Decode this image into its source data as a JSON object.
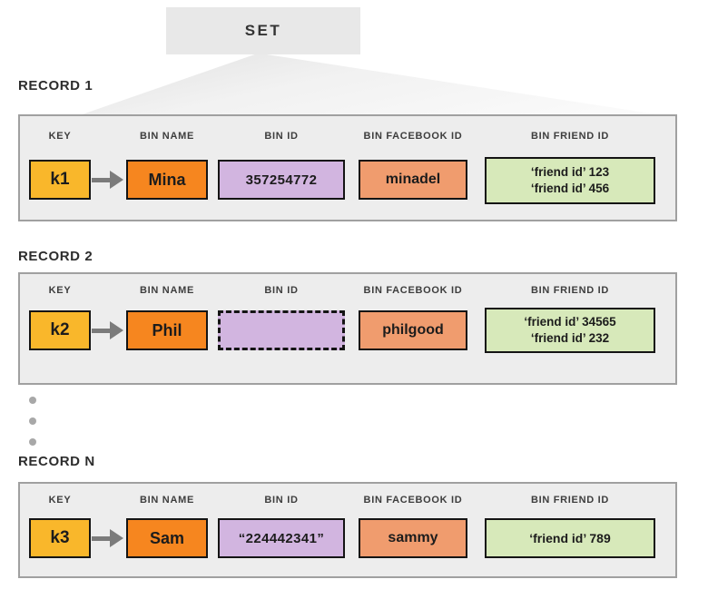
{
  "set": {
    "label": "SET"
  },
  "columns": [
    "KEY",
    "BIN NAME",
    "BIN ID",
    "BIN FACEBOOK ID",
    "BIN FRIEND ID"
  ],
  "records": [
    {
      "title": "RECORD 1",
      "key": "k1",
      "bin_name": "Mina",
      "bin_id": "357254772",
      "bin_id_state": "solid",
      "bin_facebook_id": "minadel",
      "bin_friend_id": "‘friend id’ 123\n‘friend id’ 456"
    },
    {
      "title": "RECORD 2",
      "key": "k2",
      "bin_name": "Phil",
      "bin_id": "",
      "bin_id_state": "empty-dashed",
      "bin_facebook_id": "philgood",
      "bin_friend_id": "‘friend id’ 34565\n‘friend id’ 232"
    },
    {
      "title": "RECORD N",
      "key": "k3",
      "bin_name": "Sam",
      "bin_id": "“224442341”",
      "bin_id_state": "solid",
      "bin_facebook_id": "sammy",
      "bin_friend_id": "‘friend id’ 789"
    }
  ],
  "ellipsis_dots": 3,
  "colors": {
    "set_box": "#e8e8e8",
    "record_bg": "#ededed",
    "record_border": "#a0a0a0",
    "box_border": "#141414",
    "key": "#f9b72b",
    "bin_name": "#f6861f",
    "bin_id": "#d2b5e0",
    "bin_facebook": "#f09c6e",
    "bin_friend": "#d7e9ba",
    "arrow": "#7b7b7b",
    "dots": "#a8a8a8"
  }
}
